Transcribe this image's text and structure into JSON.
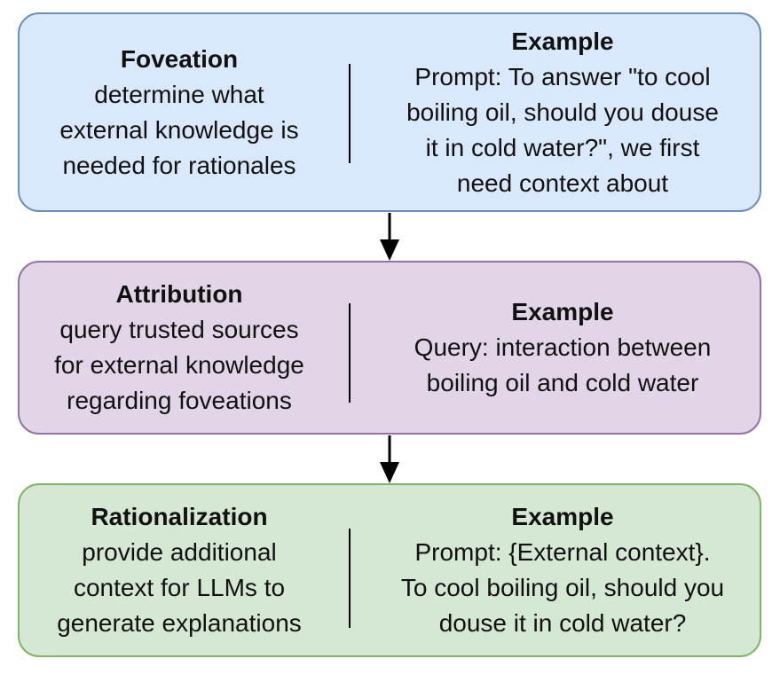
{
  "stages": [
    {
      "key": "foveation",
      "colors": {
        "fill": "#dae8fc",
        "border": "#6c8ebf"
      },
      "left": {
        "title": "Foveation",
        "lines": [
          "determine what",
          "external knowledge is",
          "needed for rationales"
        ]
      },
      "right": {
        "title": "Example",
        "lines": [
          "Prompt: To answer \"to cool",
          "boiling oil, should you douse",
          "it in cold water?\", we first",
          "need context about"
        ]
      }
    },
    {
      "key": "attribution",
      "colors": {
        "fill": "#e1d5e7",
        "border": "#9673a6"
      },
      "left": {
        "title": "Attribution",
        "lines": [
          "query trusted sources",
          "for external knowledge",
          "regarding foveations"
        ]
      },
      "right": {
        "title": "Example",
        "lines": [
          "Query: interaction between",
          "boiling oil and cold water"
        ]
      }
    },
    {
      "key": "rationalization",
      "colors": {
        "fill": "#d5e8d4",
        "border": "#82b366"
      },
      "left": {
        "title": "Rationalization",
        "lines": [
          "provide additional",
          "context for LLMs to",
          "generate explanations"
        ]
      },
      "right": {
        "title": "Example",
        "lines": [
          "Prompt: {External context}.",
          "To cool boiling oil, should you",
          "douse it in cold water?"
        ]
      }
    }
  ]
}
